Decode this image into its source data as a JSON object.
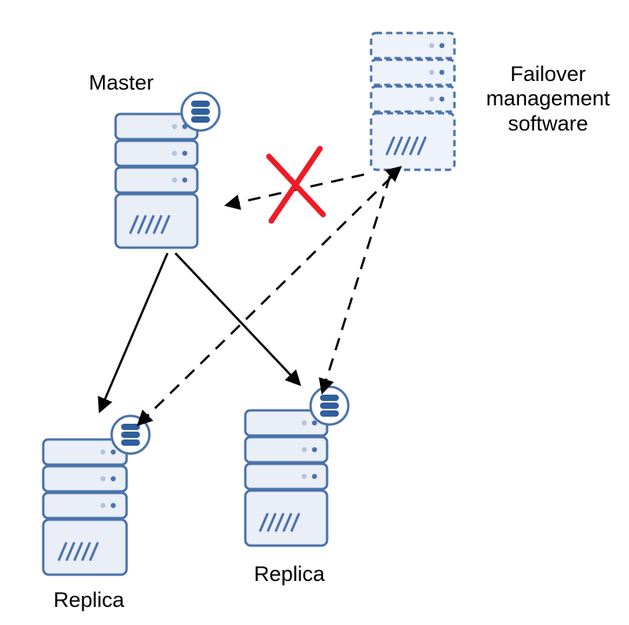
{
  "labels": {
    "master": "Master",
    "failover_line1": "Failover",
    "failover_line2": "management",
    "failover_line3": "software",
    "replica_left": "Replica",
    "replica_right": "Replica"
  },
  "nodes": [
    {
      "id": "master",
      "kind": "server",
      "has_database": true
    },
    {
      "id": "failover-manager",
      "kind": "server",
      "border": "dashed",
      "has_database": false
    },
    {
      "id": "replica-left",
      "kind": "server",
      "has_database": true
    },
    {
      "id": "replica-right",
      "kind": "server",
      "has_database": true
    }
  ],
  "edges": [
    {
      "from": "master",
      "to": "replica-left",
      "style": "solid",
      "meaning": "replication"
    },
    {
      "from": "master",
      "to": "replica-right",
      "style": "solid",
      "meaning": "replication"
    },
    {
      "from": "failover-manager",
      "to": "master",
      "style": "dashed",
      "blocked": true
    },
    {
      "from": "failover-manager",
      "to": "replica-left",
      "style": "dashed"
    },
    {
      "from": "failover-manager",
      "to": "replica-right",
      "style": "dashed"
    }
  ],
  "colors": {
    "server_stroke": "#4a72aa",
    "server_fill": "#e9eef7",
    "arrow": "#000000",
    "blocked_mark": "#ee1c25"
  },
  "icons": {
    "database": "database-icon",
    "blocked": "x-mark-icon"
  }
}
